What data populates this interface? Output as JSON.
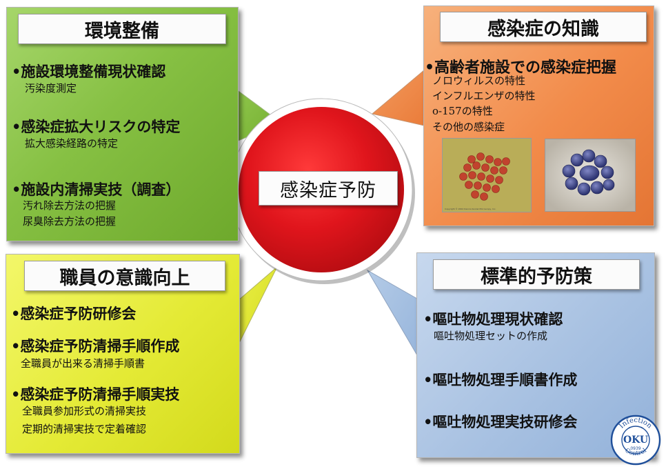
{
  "center": {
    "title": "感染症予防"
  },
  "environment": {
    "title": "環境整備",
    "items": [
      {
        "label": "•施設環境整備現状確認",
        "subs": [
          "汚染度測定"
        ]
      },
      {
        "label": "•感染症拡大リスクの特定",
        "subs": [
          "拡大感染経路の特定"
        ]
      },
      {
        "label": "•施設内清掃実技（調査）",
        "subs": [
          "汚れ除去方法の把握",
          "尿臭除去方法の把握"
        ]
      }
    ]
  },
  "knowledge": {
    "title": "感染症の知識",
    "headline": "•高齢者施設での感染症把握",
    "subs": [
      "ノロウィルスの特性",
      "インフルエンザの特性",
      "o-157の特性",
      "その他の感染症"
    ],
    "image_caption": "Copyright © 2004 Dennis Kunkel Microscopy, Inc."
  },
  "staff": {
    "title": "職員の意識向上",
    "items": [
      {
        "label": "•感染症予防研修会",
        "subs": []
      },
      {
        "label": "•感染症予防清掃手順作成",
        "subs": [
          "全職員が出来る清掃手順書"
        ]
      },
      {
        "label": "•感染症予防清掃手順実技",
        "subs": [
          "全職員参加形式の清掃実技",
          "定期的清掃実技で定着確認"
        ]
      }
    ]
  },
  "standard": {
    "title": "標準的予防策",
    "items": [
      {
        "label": "•嘔吐物処理現状確認",
        "subs": [
          "嘔吐物処理セットの作成"
        ]
      },
      {
        "label": "•嘔吐物処理手順書作成",
        "subs": []
      },
      {
        "label": "•嘔吐物処理実技研修会",
        "subs": []
      }
    ]
  },
  "seal": {
    "top": "Infection",
    "main": "OKU",
    "number": "0939",
    "bottom": "Control"
  },
  "colors": {
    "center_circle": "#e0151c",
    "environment_panel": "#86c043",
    "knowledge_panel": "#f28b4a",
    "staff_panel": "#e4ea35",
    "standard_panel": "#a9c2e2",
    "seal": "#1f4f9a"
  }
}
